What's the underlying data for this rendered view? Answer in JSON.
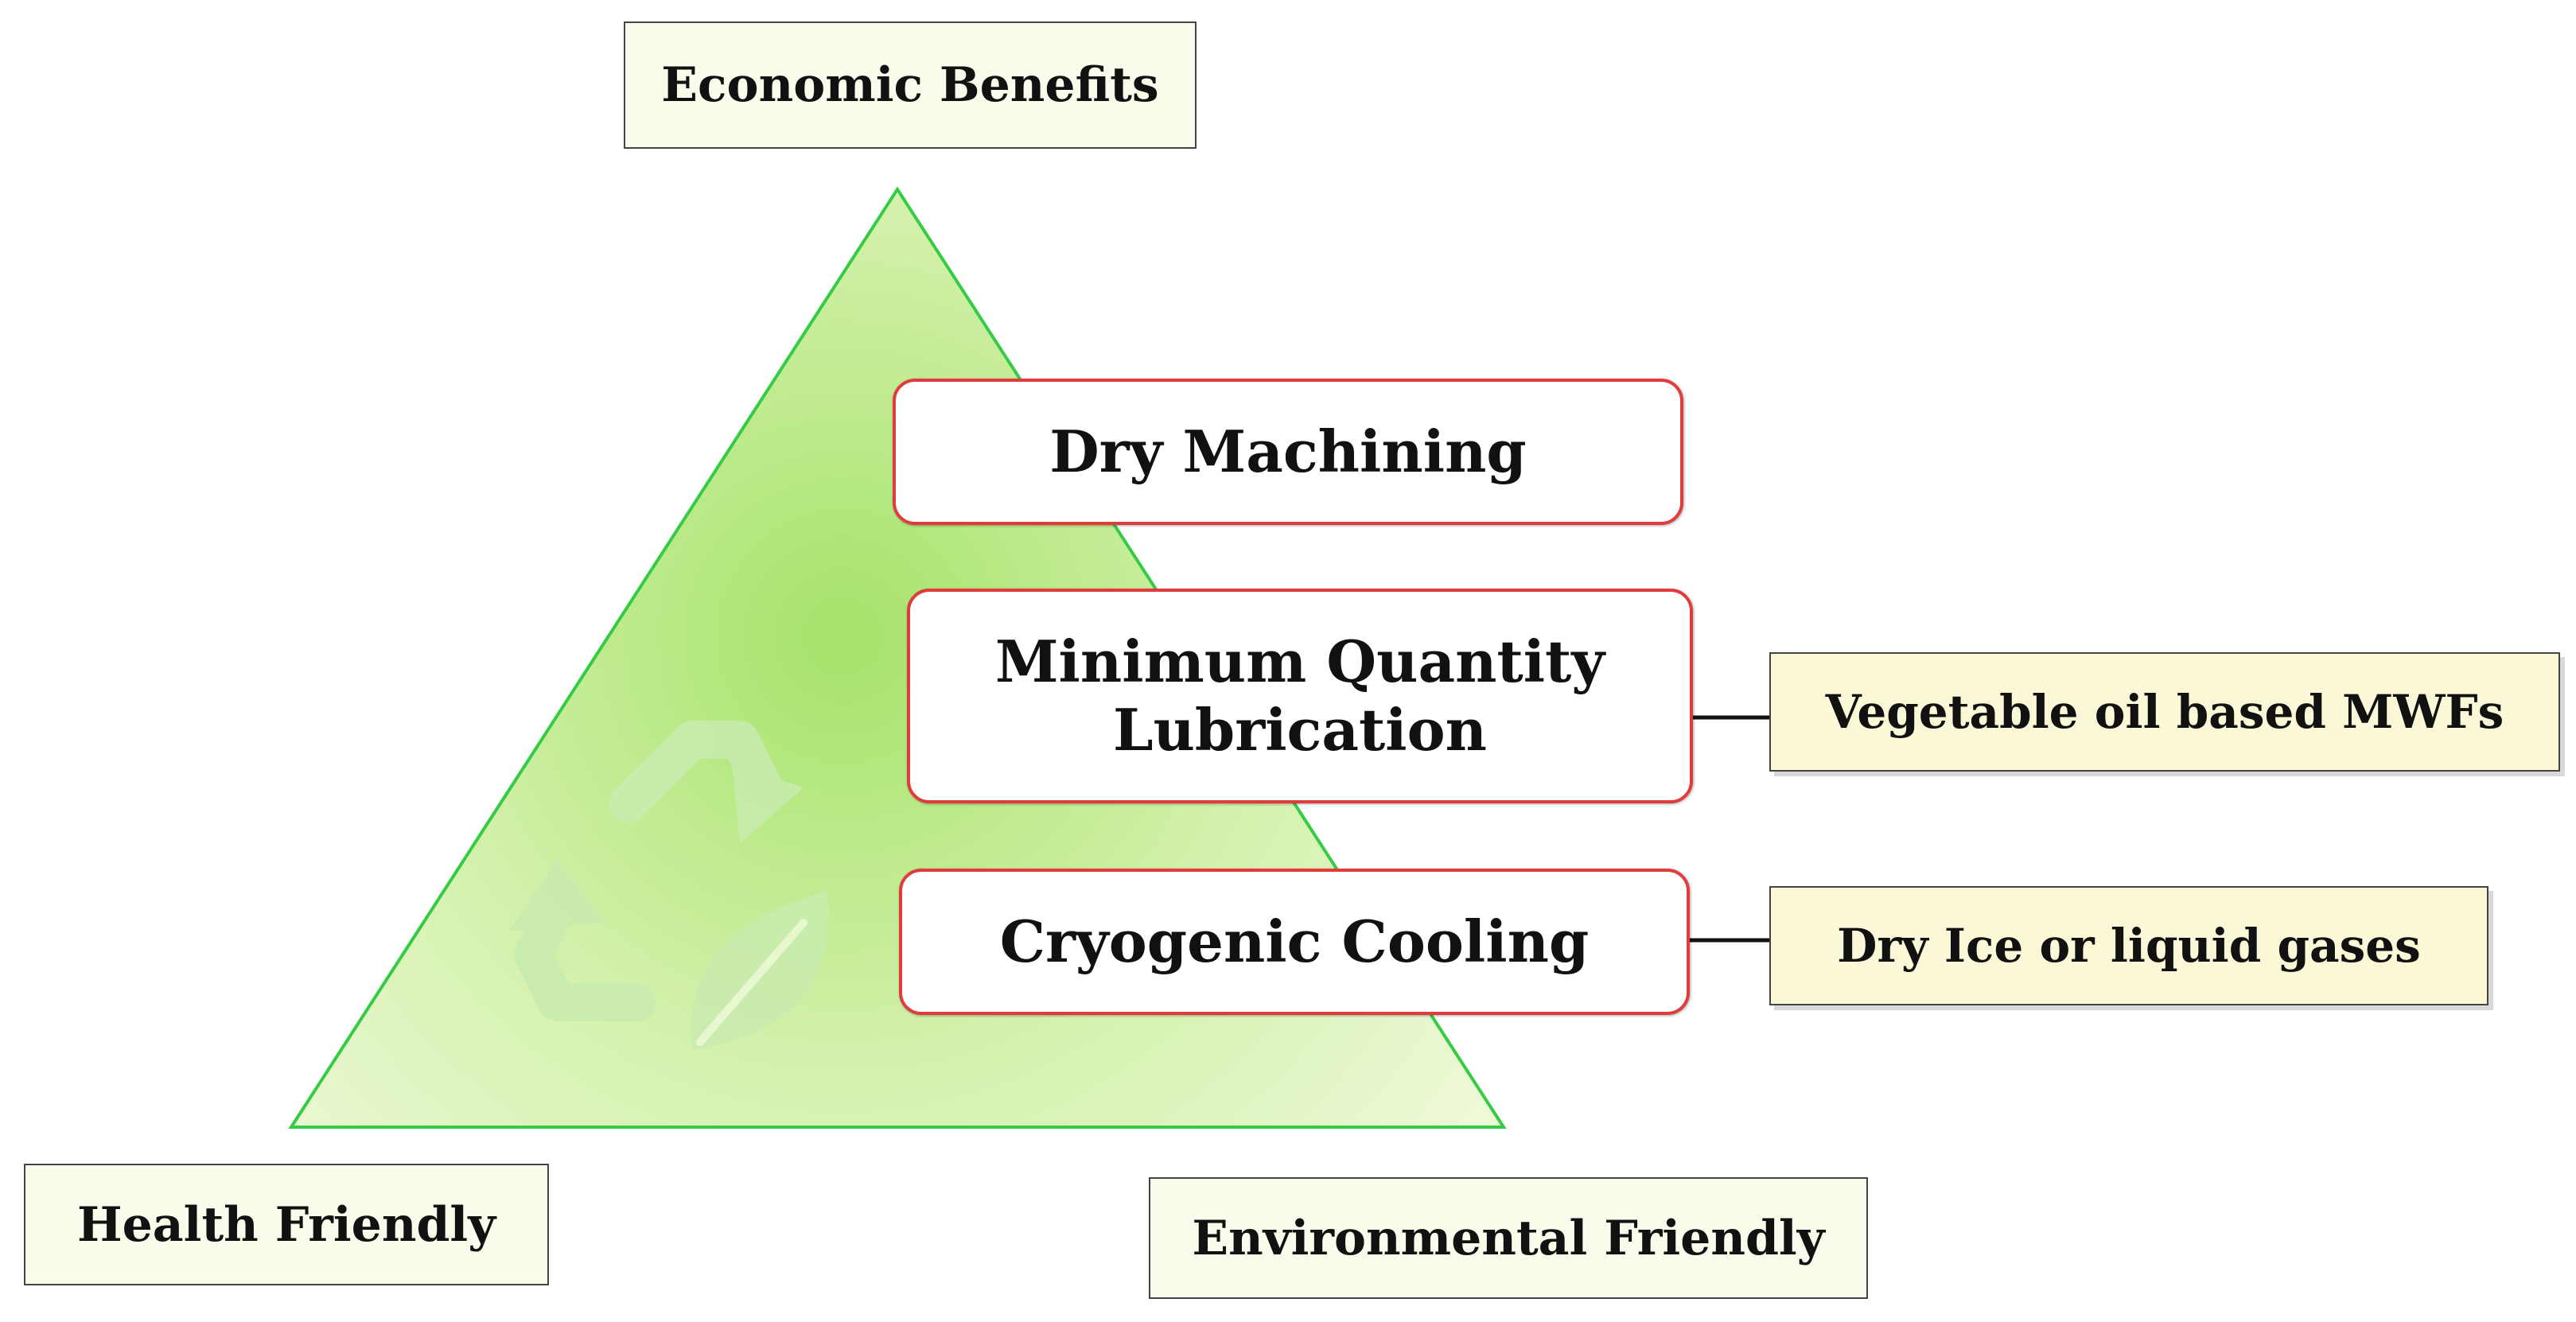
{
  "corners": {
    "top": "Economic Benefits",
    "left": "Health Friendly",
    "right": "Environmental Friendly"
  },
  "methods": {
    "dry": "Dry Machining",
    "mql": "Minimum Quantity\nLubrication",
    "cryo": "Cryogenic Cooling"
  },
  "annotations": {
    "mql": "Vegetable oil based MWFs",
    "cryo": "Dry Ice or liquid gases"
  },
  "icons": {
    "watermark": "recycle-leaf-icon"
  },
  "colors": {
    "triangle_stroke": "#33cc44",
    "triangle_fill_center": "#a6e36a",
    "triangle_fill_edge": "#eef9d8",
    "method_border": "#e23b3b",
    "corner_fill": "#fbfbec",
    "annotation_fill": "#fbf8d8"
  }
}
